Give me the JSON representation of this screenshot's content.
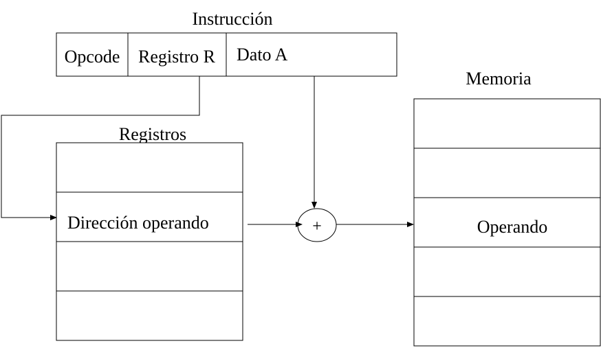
{
  "instruccion": {
    "title": "Instrucción",
    "fields": [
      "Opcode",
      "Registro R",
      "Dato A"
    ]
  },
  "registros": {
    "title": "Registros",
    "cells": [
      "",
      "Dirección operando",
      "",
      ""
    ]
  },
  "adder": {
    "symbol": "+"
  },
  "memoria": {
    "title": "Memoria",
    "cells": [
      "",
      "",
      "Operando",
      "",
      ""
    ]
  }
}
